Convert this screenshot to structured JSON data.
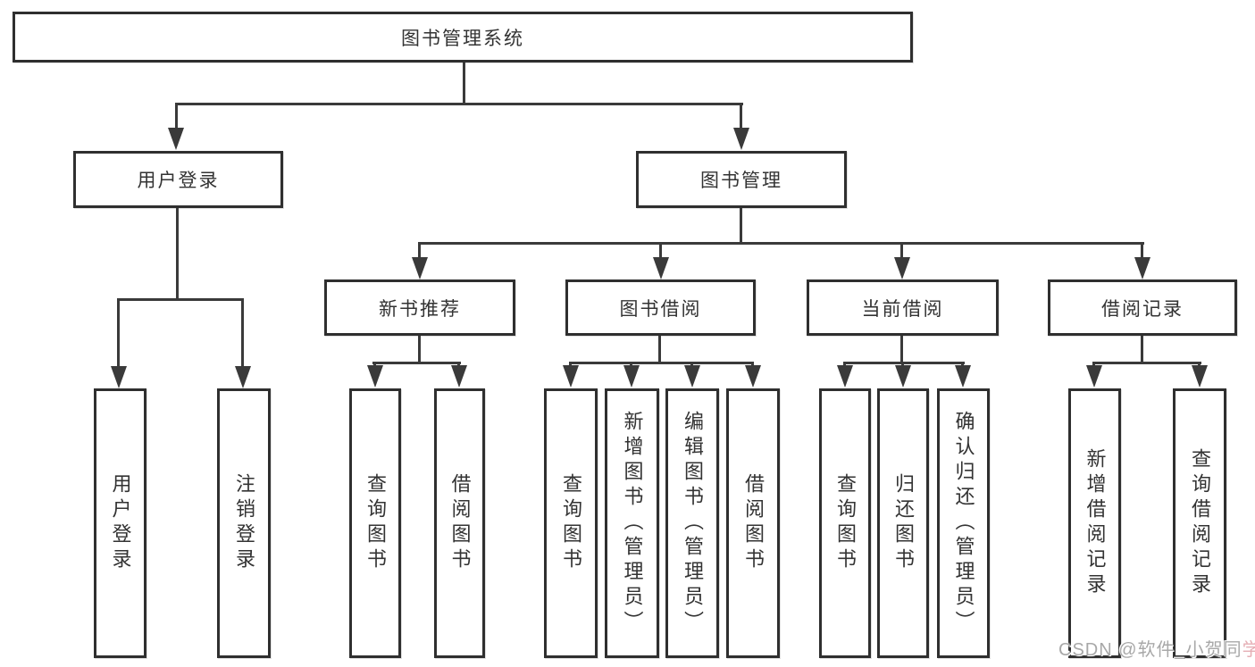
{
  "colors": {
    "line": "#3a3a3a",
    "border": "#2f2f2f",
    "text": "#333333",
    "bg": "#ffffff",
    "watermark_gray": "#a8a8a8",
    "watermark_pink": "#e5aeb4"
  },
  "nodes": {
    "root": "图书管理系统",
    "user_login": "用户登录",
    "book_mgmt": "图书管理",
    "new_book": "新书推荐",
    "book_borrow": "图书借阅",
    "current_borrow": "当前借阅",
    "borrow_records": "借阅记录"
  },
  "leaves": {
    "user_login": [
      "用户登录",
      "注销登录"
    ],
    "new_book": [
      "查询图书",
      "借阅图书"
    ],
    "book_borrow": [
      "查询图书",
      "新增图书（管理员）",
      "编辑图书（管理员）",
      "借阅图书"
    ],
    "current_borrow": [
      "查询图书",
      "归还图书",
      "确认归还（管理员）"
    ],
    "borrow_records": [
      "新增借阅记录",
      "查询借阅记录"
    ]
  },
  "watermark": {
    "prefix": "CSDN @软件_小贺同",
    "accent": "学"
  }
}
